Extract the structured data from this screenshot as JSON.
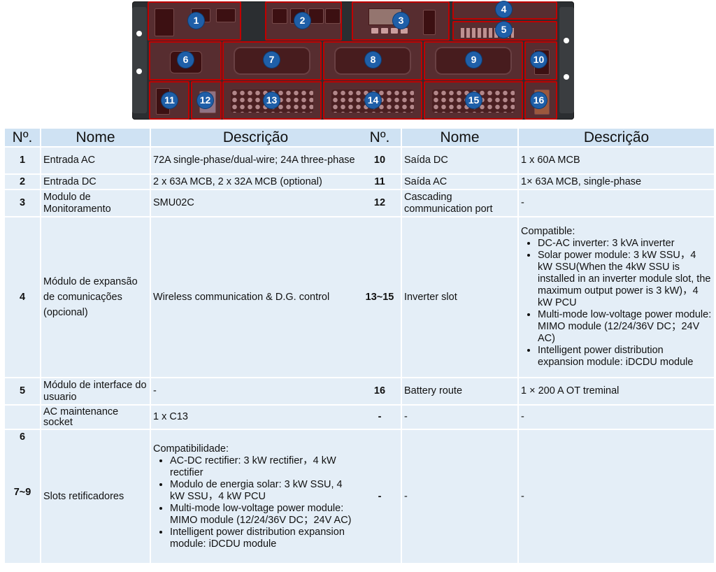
{
  "panel": {
    "badges": [
      "1",
      "2",
      "3",
      "4",
      "5",
      "6",
      "7",
      "8",
      "9",
      "10",
      "11",
      "12",
      "13",
      "14",
      "15",
      "16"
    ]
  },
  "headers": {
    "no": "Nº.",
    "name": "Nome",
    "desc": "Descrição"
  },
  "left_rows": [
    {
      "no": "1",
      "name": "Entrada AC",
      "desc": "72A single-phase/dual-wire; 24A three-phase"
    },
    {
      "no": "2",
      "name": "Entrada DC",
      "desc": "2 x 63A MCB, 2 x 32A MCB (optional)"
    },
    {
      "no": "3",
      "name": "Modulo de Monitoramento",
      "desc": "SMU02C"
    },
    {
      "no": "4",
      "name": "Módulo de expansão de comunicações (opcional)",
      "desc": "Wireless communication & D.G. control"
    },
    {
      "no": "5",
      "name": "Módulo de interface do usuario",
      "desc": "-"
    },
    {
      "no": "",
      "name": "AC maintenance socket",
      "desc": "1 x C13"
    },
    {
      "no": "6",
      "no2": "7~9",
      "name": "Slots retificadores",
      "desc_caption": "Compatibilidade:",
      "desc_items": [
        "AC-DC rectifier: 3 kW rectifier，4 kW rectifier",
        "Modulo de energia solar: 3 kW SSU, 4 kW SSU，4 kW PCU",
        "Multi-mode low-voltage power module: MIMO module (12/24/36V DC；24V AC)",
        "Intelligent power distribution expansion module: iDCDU module"
      ]
    }
  ],
  "right_rows": [
    {
      "no": "10",
      "name": "Saída DC",
      "desc": "1 x 60A MCB"
    },
    {
      "no": "11",
      "name": "Saída AC",
      "desc": "1× 63A MCB, single-phase"
    },
    {
      "no": "12",
      "name": "Cascading communication port",
      "desc": "-"
    },
    {
      "no": "13~15",
      "name": "Inverter slot",
      "desc_caption": "Compatible:",
      "desc_items": [
        "DC-AC inverter: 3 kVA inverter",
        "Solar power module: 3 kW SSU，4 kW SSU(When the 4kW SSU is installed in an inverter module slot, the maximum output power is 3 kW)，4 kW PCU",
        "Multi-mode low-voltage power module: MIMO module (12/24/36V DC；24V AC)",
        "Intelligent power distribution expansion module: iDCDU module"
      ]
    },
    {
      "no": "16",
      "name": "Battery route",
      "desc": "1 × 200 A OT treminal"
    },
    {
      "no": "-",
      "name": "-",
      "desc": "-"
    },
    {
      "no": "-",
      "name": "-",
      "desc": "-"
    }
  ]
}
